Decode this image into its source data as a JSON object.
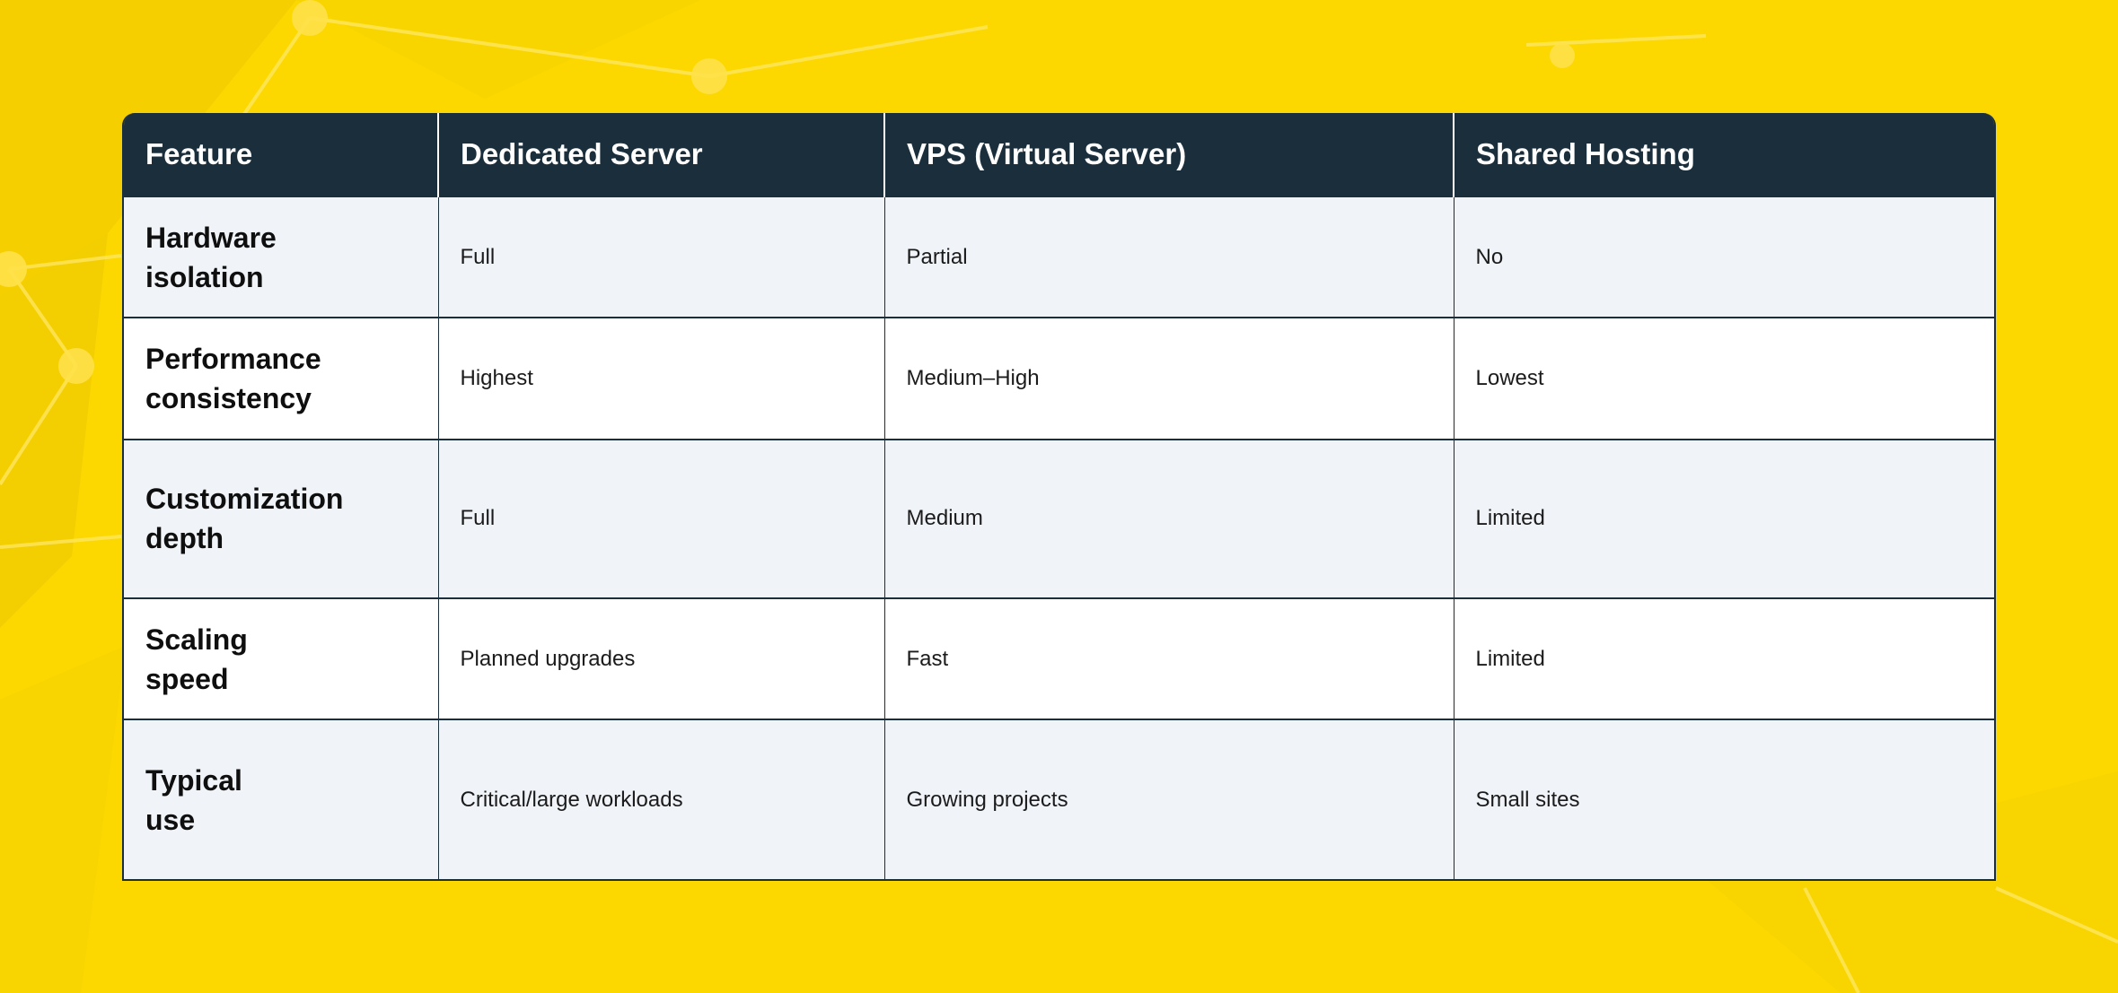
{
  "table": {
    "headers": [
      "Feature",
      "Dedicated Server",
      "VPS (Virtual Server)",
      "Shared Hosting"
    ],
    "rows": [
      {
        "feature": "Hardware\nisolation",
        "dedicated": "Full",
        "vps": "Partial",
        "shared": "No"
      },
      {
        "feature": "Performance\nconsistency",
        "dedicated": "Highest",
        "vps": "Medium–High",
        "shared": "Lowest"
      },
      {
        "feature": "Customization\ndepth",
        "dedicated": "Full",
        "vps": "Medium",
        "shared": "Limited"
      },
      {
        "feature": "Scaling\nspeed",
        "dedicated": "Planned upgrades",
        "vps": "Fast",
        "shared": "Limited"
      },
      {
        "feature": "Typical\nuse",
        "dedicated": "Critical/large workloads",
        "vps": "Growing projects",
        "shared": "Small sites"
      }
    ]
  },
  "colors": {
    "background": "#fcd800",
    "header_bg": "#1a2e3c",
    "row_shade": "#f0f4f9",
    "row_plain": "#ffffff"
  }
}
